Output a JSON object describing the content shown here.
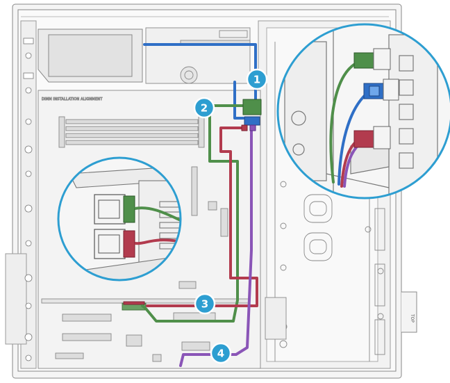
{
  "diagram": {
    "board_label": "DIMM INSTALLATION ALIGNMENT",
    "side_label": "TOP",
    "callouts": [
      {
        "id": "1",
        "label": "1"
      },
      {
        "id": "2",
        "label": "2"
      },
      {
        "id": "3",
        "label": "3"
      },
      {
        "id": "4",
        "label": "4"
      }
    ],
    "cable_colors": {
      "blue": "#2f6fc6",
      "green": "#4f8f4a",
      "red": "#b23b4e",
      "purple": "#8a55b7",
      "callout": "#2d9ed1"
    }
  }
}
